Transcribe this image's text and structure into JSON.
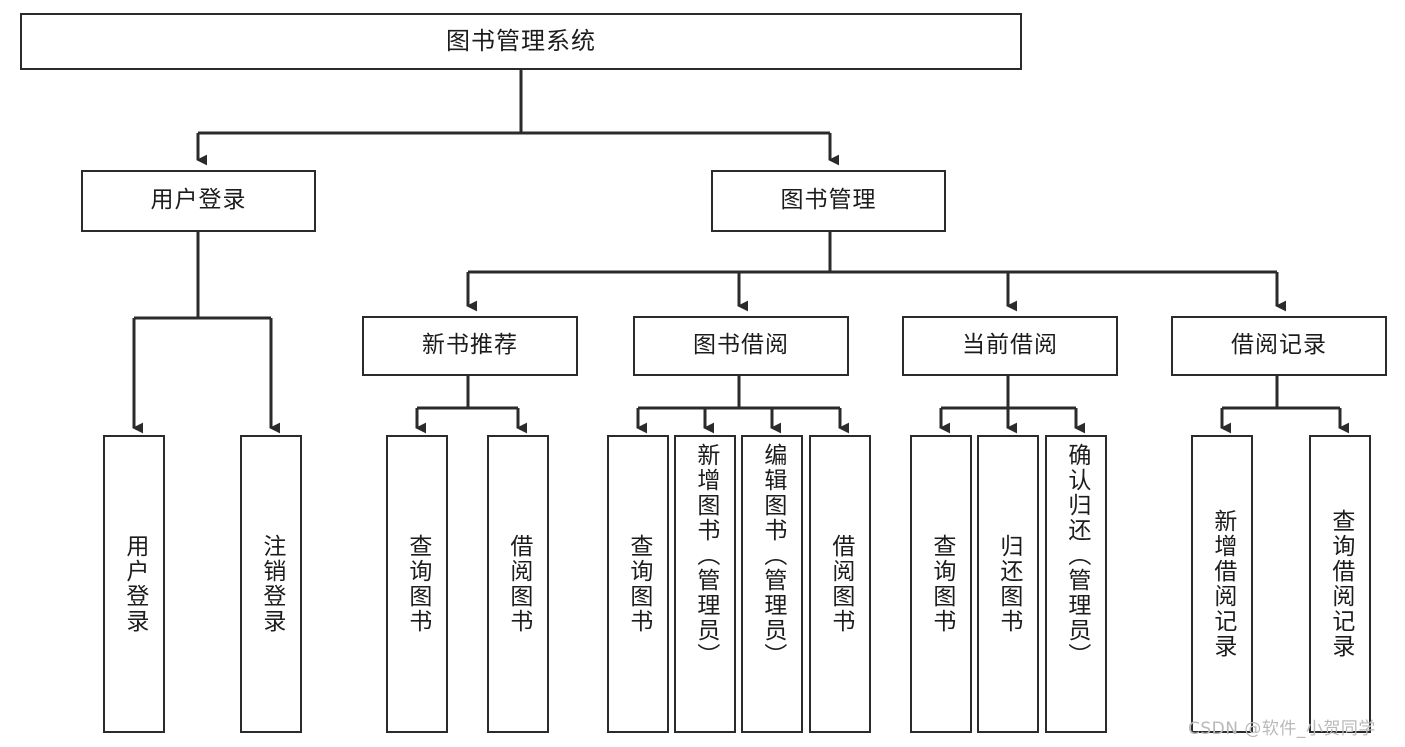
{
  "diagram": {
    "type": "tree-hierarchy",
    "title": "图书管理系统",
    "root": {
      "label": "图书管理系统"
    },
    "level2": [
      {
        "label": "用户登录"
      },
      {
        "label": "图书管理"
      }
    ],
    "level3": [
      {
        "label": "新书推荐"
      },
      {
        "label": "图书借阅"
      },
      {
        "label": "当前借阅"
      },
      {
        "label": "借阅记录"
      }
    ],
    "leaves": {
      "user_login": [
        {
          "label": "用户登录"
        },
        {
          "label": "注销登录"
        }
      ],
      "new_book_recommend": [
        {
          "label": "查询图书"
        },
        {
          "label": "借阅图书"
        }
      ],
      "book_borrow": [
        {
          "label": "查询图书"
        },
        {
          "label": "新增图书（管理员）"
        },
        {
          "label": "编辑图书（管理员）"
        },
        {
          "label": "借阅图书"
        }
      ],
      "current_borrow": [
        {
          "label": "查询图书"
        },
        {
          "label": "归还图书"
        },
        {
          "label": "确认归还（管理员）"
        }
      ],
      "borrow_record": [
        {
          "label": "新增借阅记录"
        },
        {
          "label": "查询借阅记录"
        }
      ]
    }
  },
  "watermark": {
    "text": "CSDN @软件_小贺同学"
  },
  "colors": {
    "box_border": "#2b2b2b",
    "box_fill": "#ffffff",
    "text": "#1c1c1c",
    "connector": "#2b2b2b",
    "watermark": "#b9b9b9",
    "background": "#ffffff"
  }
}
